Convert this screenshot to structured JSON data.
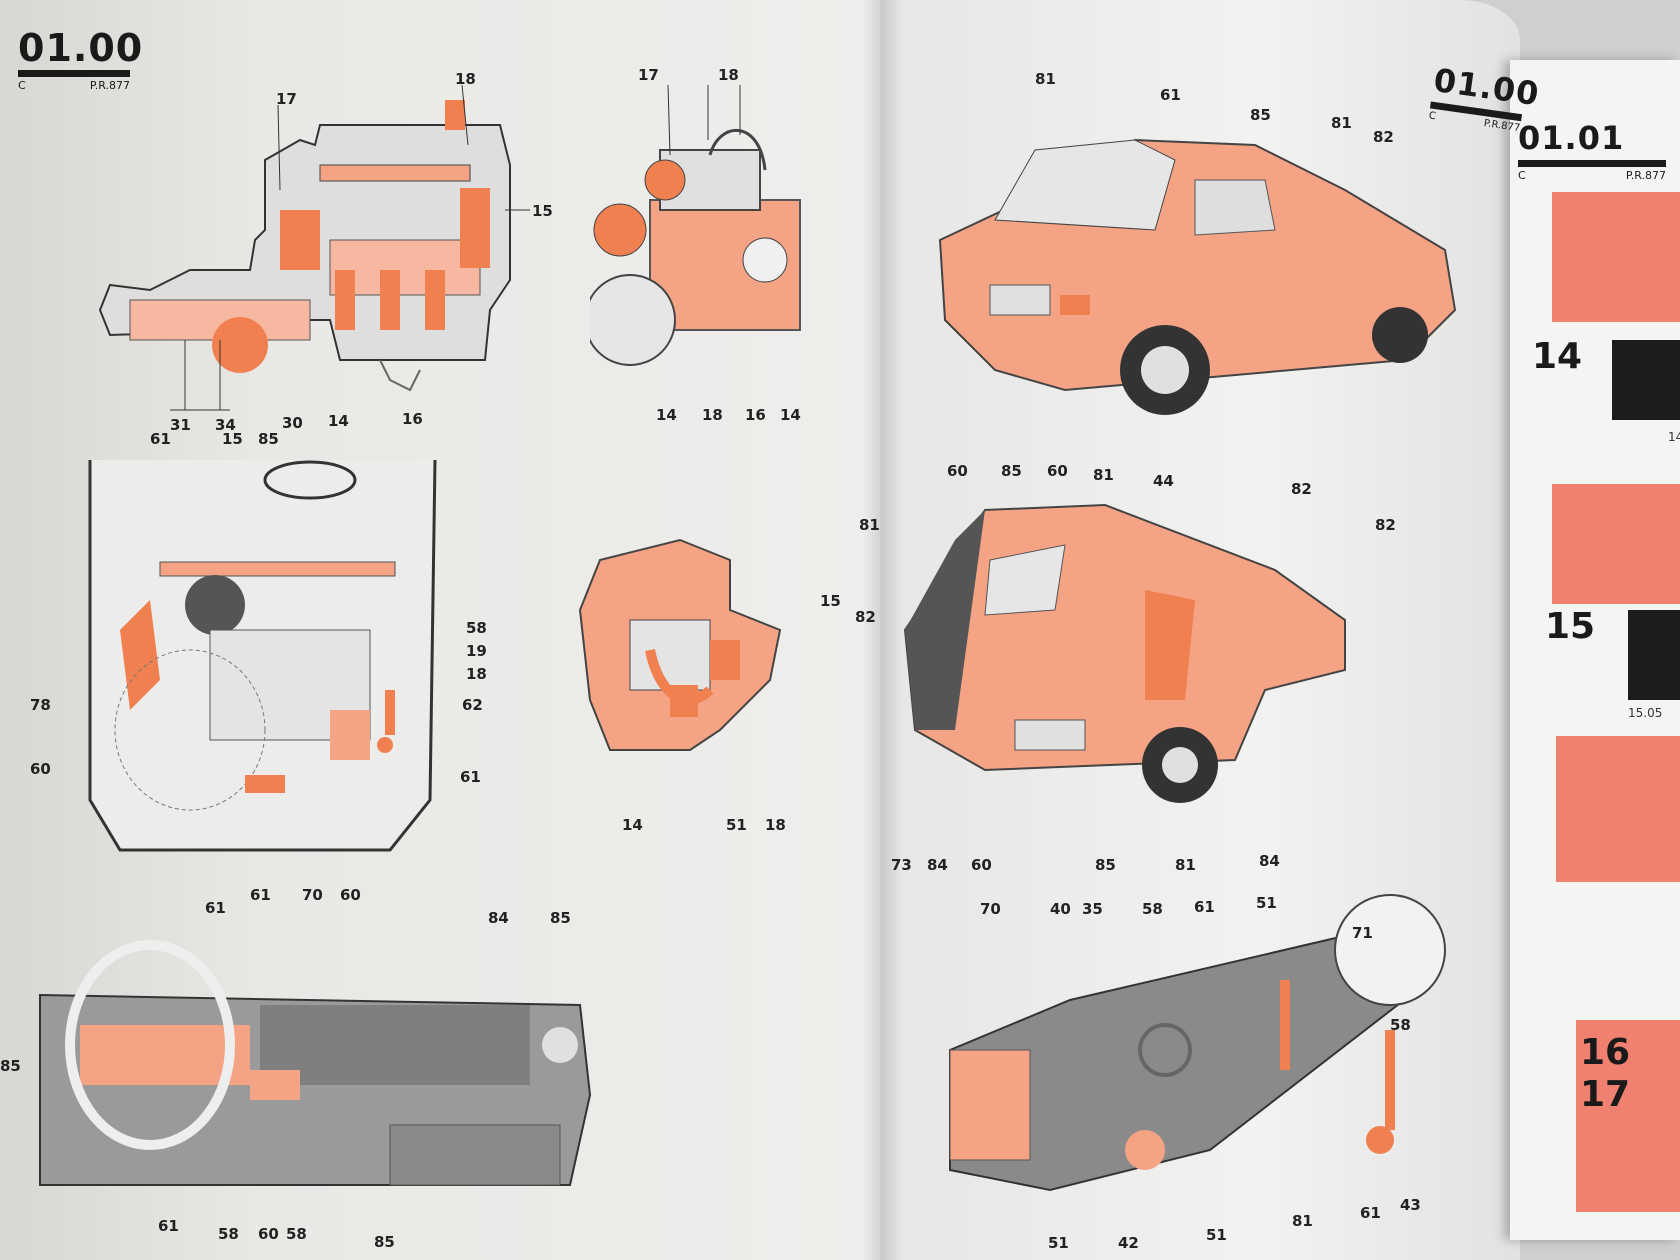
{
  "left_header": {
    "code": "01.00",
    "letter": "C",
    "ref": "P.R.877"
  },
  "mid_header": {
    "code": "01.00",
    "letter": "C",
    "ref": "P.R.877"
  },
  "right_header": {
    "code": "01.01",
    "letter": "C",
    "ref": "P.R.877"
  },
  "side_tabs": [
    {
      "number": "14",
      "caption": "14"
    },
    {
      "number": "15",
      "caption": "15.05"
    },
    {
      "number": "16\n17",
      "caption": ""
    }
  ],
  "diagrams": {
    "engine_cutaway": [
      "18",
      "17",
      "15",
      "31",
      "34",
      "30",
      "14",
      "16"
    ],
    "engine_front": [
      "17",
      "18",
      "14",
      "18",
      "16",
      "14"
    ],
    "engine_bay": [
      "61",
      "15",
      "85",
      "58",
      "19",
      "18",
      "62",
      "78",
      "60",
      "61",
      "61",
      "70",
      "60"
    ],
    "engine_rear": [
      "15",
      "14",
      "51",
      "18"
    ],
    "dashboard": [
      "61",
      "84",
      "85",
      "85",
      "61",
      "58",
      "60",
      "58",
      "85"
    ],
    "car_front": [
      "81",
      "61",
      "85",
      "81",
      "82",
      "60",
      "85",
      "60",
      "81",
      "44",
      "82"
    ],
    "car_rear": [
      "81",
      "82",
      "82",
      "73",
      "84",
      "60",
      "85",
      "81",
      "84"
    ],
    "chassis": [
      "70",
      "40",
      "35",
      "58",
      "61",
      "51",
      "71",
      "58",
      "51",
      "42",
      "51",
      "81",
      "61",
      "43"
    ]
  }
}
